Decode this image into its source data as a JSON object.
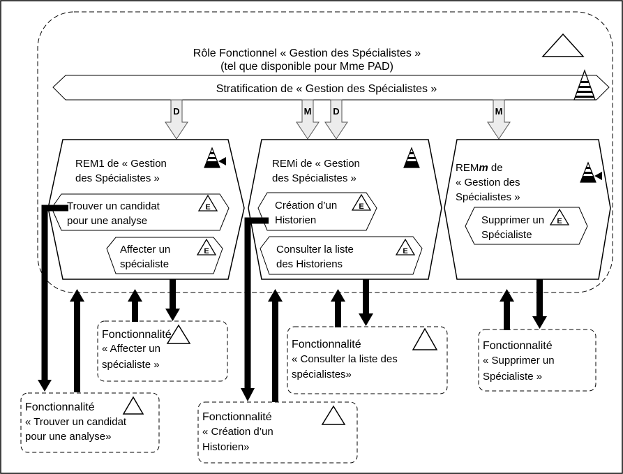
{
  "role": {
    "title_line1": "Rôle Fonctionnel « Gestion des Spécialistes »",
    "title_line2": "(tel que disponible pour Mme PAD)"
  },
  "stratification": {
    "label": "Stratification de « Gestion des Spécialistes »"
  },
  "arrow_labels": {
    "d": "D",
    "m": "M"
  },
  "rem1": {
    "title_line1": "REM1 de « Gestion",
    "title_line2": "des Spécialistes »",
    "task1_line1": "Trouver un candidat",
    "task1_line2": "pour une analyse",
    "task2_line1": "Affecter un",
    "task2_line2": "spécialiste"
  },
  "remi": {
    "title_line1": "REMi de « Gestion",
    "title_line2": "des Spécialistes »",
    "task1_line1": "Création d’un",
    "task1_line2": "Historien",
    "task2_line1": "Consulter la liste",
    "task2_line2": "des Historiens"
  },
  "remm": {
    "title_line1_prefix": "REM",
    "title_line1_italic": "m",
    "title_line1_suffix": " de",
    "title_line2": "« Gestion des",
    "title_line3": "Spécialistes »",
    "task1_line1": "Supprimer un",
    "task1_line2": "Spécialiste"
  },
  "elementary_marker": "E",
  "functionalities": {
    "affecter": {
      "line1": "Fonctionnalité",
      "line2": "« Affecter un",
      "line3": "spécialiste »"
    },
    "consulter": {
      "line1": "Fonctionnalité",
      "line2": "« Consulter la liste des",
      "line3": "spécialistes»"
    },
    "supprimer": {
      "line1": "Fonctionnalité",
      "line2": "« Supprimer un",
      "line3": "Spécialiste »"
    },
    "trouver": {
      "line1": "Fonctionnalité",
      "line2": "« Trouver un candidat",
      "line3": "pour une analyse»"
    },
    "creation": {
      "line1": "Fonctionnalité",
      "line2": "« Création d’un",
      "line3": "Historien»"
    }
  }
}
